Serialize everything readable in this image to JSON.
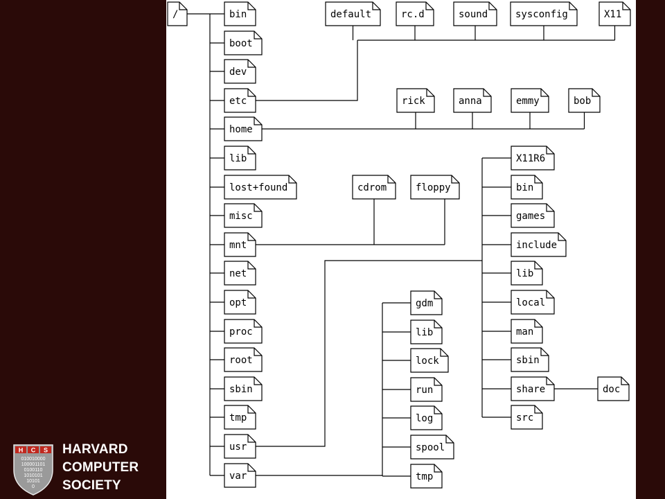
{
  "tree": {
    "root": "/",
    "level1": [
      "bin",
      "boot",
      "dev",
      "etc",
      "home",
      "lib",
      "lost+found",
      "misc",
      "mnt",
      "net",
      "opt",
      "proc",
      "root",
      "sbin",
      "tmp",
      "usr",
      "var"
    ],
    "etc": [
      "default",
      "rc.d",
      "sound",
      "sysconfig",
      "X11"
    ],
    "home": [
      "rick",
      "anna",
      "emmy",
      "bob"
    ],
    "mnt": [
      "cdrom",
      "floppy"
    ],
    "usr": [
      "X11R6",
      "bin",
      "games",
      "include",
      "lib",
      "local",
      "man",
      "sbin",
      "share",
      "src"
    ],
    "share": [
      "doc"
    ],
    "var": [
      "gdm",
      "lib",
      "lock",
      "run",
      "log",
      "spool",
      "tmp"
    ]
  },
  "logo": {
    "line1": "HARVARD",
    "line2": "COMPUTER",
    "line3": "SOCIETY",
    "shield_top": [
      "H",
      "C",
      "S"
    ],
    "shield_bits": [
      "010010000",
      "100001101",
      "0100110",
      "1010101",
      "10101",
      "0"
    ]
  },
  "colors": {
    "background": "#2a0a08",
    "panel": "#ffffff",
    "shield": "#9a9a9a",
    "shield_top": "#c0281e"
  }
}
